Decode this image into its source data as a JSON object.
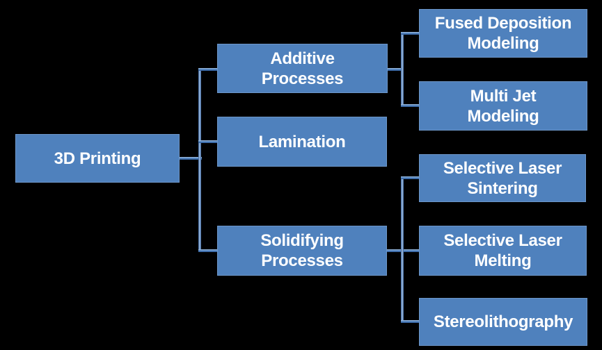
{
  "diagram": {
    "type": "hierarchy-tree",
    "orientation": "left-to-right",
    "root": "3D Printing",
    "tree": [
      {
        "label": "3D Printing",
        "children": [
          {
            "label": "Additive Processes",
            "children": [
              {
                "label": "Fused Deposition Modeling",
                "children": []
              },
              {
                "label": "Multi Jet Modeling",
                "children": []
              }
            ]
          },
          {
            "label": "Lamination",
            "children": []
          },
          {
            "label": "Solidifying Processes",
            "children": [
              {
                "label": "Selective Laser Sintering",
                "children": []
              },
              {
                "label": "Selective Laser Melting",
                "children": []
              },
              {
                "label": "Stereolithography",
                "children": []
              }
            ]
          }
        ]
      }
    ]
  },
  "nodes": {
    "root": {
      "label": "3D Printing"
    },
    "additive": {
      "label": "Additive Processes"
    },
    "lamination": {
      "label": "Lamination"
    },
    "solidifying": {
      "label": "Solidifying Processes"
    },
    "fdm": {
      "label": "Fused Deposition Modeling"
    },
    "mjm": {
      "label": "Multi Jet Modeling"
    },
    "sls": {
      "label": "Selective Laser Sintering"
    },
    "slm": {
      "label": "Selective Laser Melting"
    },
    "stereolithography": {
      "label": "Stereolithography"
    }
  },
  "colors": {
    "background": "#000000",
    "node_fill": "#4f81bd",
    "node_border": "#6d96c8",
    "node_text": "#ffffff",
    "connector": "#4f81bd",
    "connector_dark": "#2f5a97",
    "connector_light": "#a9c4e4"
  }
}
